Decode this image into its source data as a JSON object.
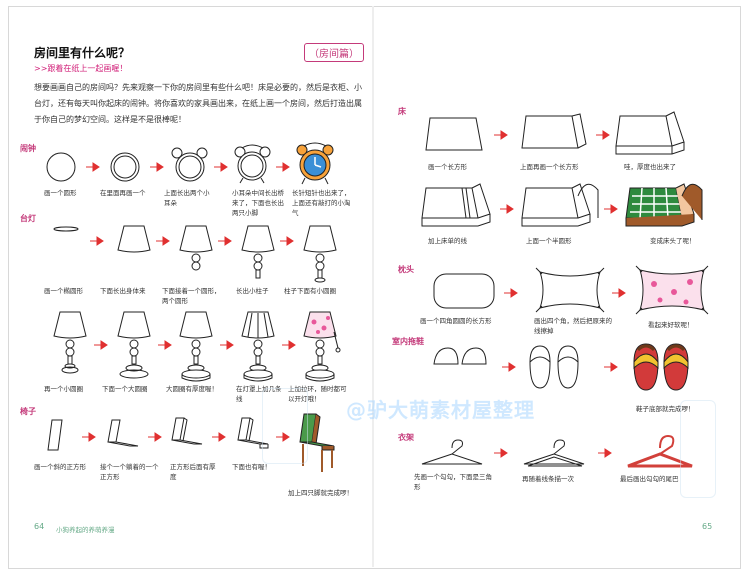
{
  "title": "房间里有什么呢？",
  "subtitle": ">>跟着在纸上一起画喔！",
  "chapter_tag": "（房间篇）",
  "intro": "想要画画自己的房间吗？先来观察一下你的房间里有些什么吧！床是必要的，然后是衣柜、小台灯，还有每天叫你起床的闹钟。将你喜欢的家具画出来，在纸上画一个房间，然后打造出属于你自己的梦幻空间。这样是不是很棒呢！",
  "sections": {
    "clock": "闹钟",
    "lamp": "台灯",
    "chair": "椅子",
    "bed": "床",
    "pillow": "枕头",
    "slippers": "室内拖鞋",
    "hanger": "衣架"
  },
  "captions": {
    "clock": [
      "画一个圆形",
      "在里面再画一个",
      "上面长出两个小耳朵",
      "小耳朵中间长出桥来了，下面也长出两只小脚",
      "长针短针也出来了，上面还有敲打的小淘气"
    ],
    "lamp1": [
      "画一个椭圆形",
      "下面长出身体来",
      "下面接着一个圆形，两个圆形",
      "长出小柱子",
      "柱子下面有小圆圈"
    ],
    "lamp2": [
      "再一个小圆圈",
      "下面一个大圆圈",
      "大圆圈有厚度喔！",
      "在灯罩上加几条线",
      "上加拉环，随时都可以开灯哦！"
    ],
    "chair": [
      "画一个斜的正方形",
      "接个一个躺着的一个正方形",
      "正方形后面有厚度",
      "下面也有喔！",
      "加上四只脚就完成啰！"
    ],
    "bed": [
      "画一个长方形",
      "上面再画一个长方形",
      "哇，厚度也出来了",
      "加上床单的线",
      "上面一个半圆形",
      "变成床头了呢！"
    ],
    "pillow": [
      "画一个四角圆圆的长方形",
      "画出四个角，然后把原来的线擦掉",
      "看起来好软呢！"
    ],
    "slippers": [
      "鞋子底部就完成啰！"
    ],
    "hanger": [
      "先画一个勾勾，下面是三角形",
      "再随着线条描一次",
      "最后画出勾勾的尾巴"
    ]
  },
  "folio_left": "64",
  "folio_left_text": "小狗养起的养萌养漫",
  "folio_right": "65",
  "watermark": "@驴大萌素材屋整理",
  "colors": {
    "accent": "#c43a7a",
    "clock_orange": "#f7a23a",
    "clock_face": "#3a8fd6",
    "bed_green": "#2e8a3e",
    "pillow_pink": "#f1a8c8",
    "slipper_red": "#d23a3a",
    "chair_green": "#4a9a4a",
    "hanger_red": "#d2403a",
    "watermark": "#a9d6ff"
  }
}
